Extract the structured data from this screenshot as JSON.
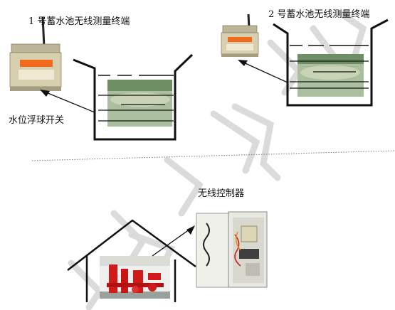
{
  "labels": {
    "terminal1": "1 号蓄水池无线测量终端",
    "terminal2": "2 号蓄水池无线测量终端",
    "float_switch": "水位浮球开关",
    "controller": "无线控制器"
  },
  "colors": {
    "line": "#111111",
    "device_body": "#d7cfae",
    "device_label": "#f26a1b",
    "water": "#a9bf9d",
    "pump_red": "#d11a1a",
    "cabinet": "#e9e9e4",
    "watermark": "#d0d0d0"
  }
}
